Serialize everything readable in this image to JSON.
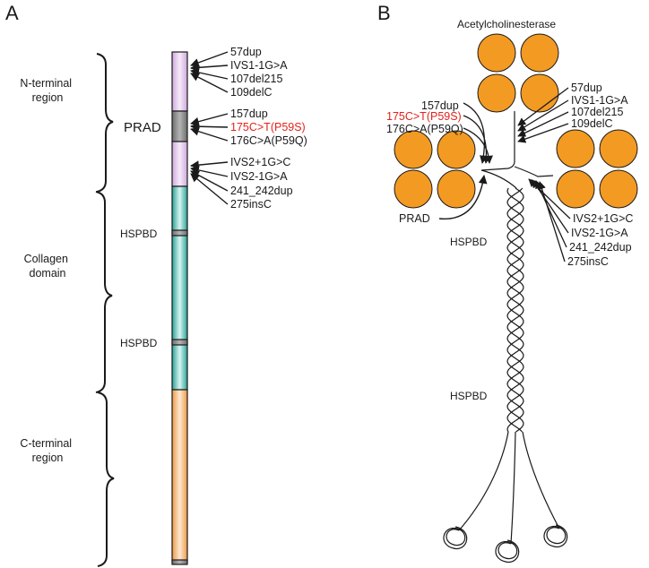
{
  "colors": {
    "purple": "#e5c7ee",
    "gray": "#8a8a8a",
    "teal": "#37b3a8",
    "orange": "#f4a24d",
    "enzyme": "#f39a22",
    "mutation_highlight": "#e3221b",
    "ink": "#1a1a1a"
  },
  "panel_a": {
    "label": "A",
    "regions": {
      "n_terminal": [
        "N-terminal",
        "region"
      ],
      "collagen": [
        "Collagen",
        "domain"
      ],
      "c_terminal": [
        "C-terminal",
        "region"
      ]
    },
    "prad": "PRAD",
    "hspbd_1": "HSPBD",
    "hspbd_2": "HSPBD",
    "mutations": [
      "57dup",
      "IVS1-1G>A",
      "107del215",
      "109delC",
      "157dup",
      "175C>T(P59S)",
      "176C>A(P59Q)",
      "IVS2+1G>C",
      "IVS2-1G>A",
      "241_242dup",
      "275insC"
    ]
  },
  "panel_b": {
    "label": "B",
    "enzyme": "Acetylcholinesterase",
    "prad": "PRAD",
    "hspbd_1": "HSPBD",
    "hspbd_2": "HSPBD",
    "mutations_left": [
      "157dup",
      "175C>T(P59S)",
      "176C>A(P59Q)"
    ],
    "mutations_top_right": [
      "57dup",
      "IVS1-1G>A",
      "107del215",
      "109delC"
    ],
    "mutations_bottom_right": [
      "IVS2+1G>C",
      "IVS2-1G>A",
      "241_242dup",
      "275insC"
    ]
  }
}
